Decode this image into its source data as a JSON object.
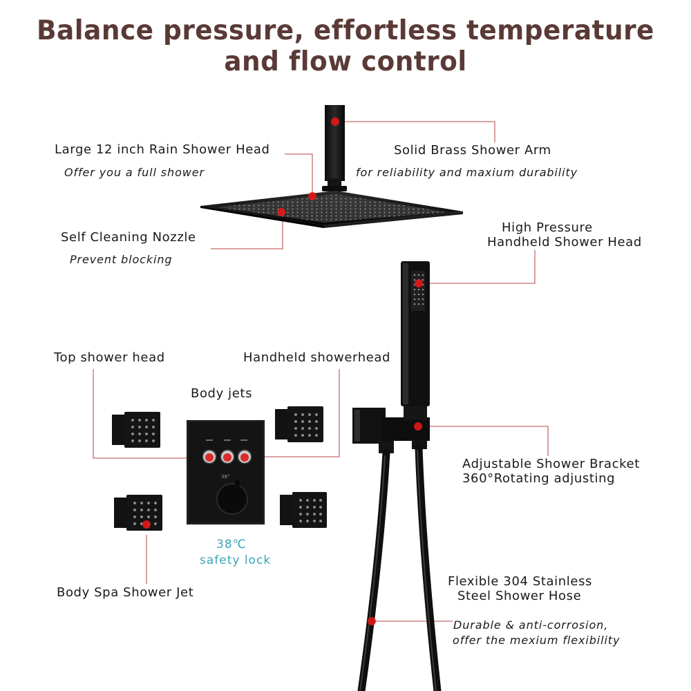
{
  "headline": "Balance pressure, effortless temperature and flow control",
  "labels": {
    "rain_head_title": "Large 12 inch Rain Shower Head",
    "rain_head_sub": "Offer you a full shower",
    "arm_title": "Solid Brass Shower Arm",
    "arm_sub": "for reliability and maxium durability",
    "nozzle_title": "Self Cleaning Nozzle",
    "nozzle_sub": "Prevent blocking",
    "handheld_title_1": "High Pressure",
    "handheld_title_2": "Handheld Shower Head",
    "top_head": "Top shower head",
    "handheld_shower": "Handheld showerhead",
    "body_jets": "Body jets",
    "bracket_title_1": "Adjustable Shower Bracket",
    "bracket_title_2": "360°Rotating adjusting",
    "temp": "38℃",
    "safety": "safety lock",
    "body_spa": "Body Spa Shower Jet",
    "hose_title_1": "Flexible 304 Stainless",
    "hose_title_2": "Steel Shower Hose",
    "hose_sub_1": "Durable & anti-corrosion,",
    "hose_sub_2": "offer the mexium flexibility"
  },
  "panel_text": {
    "knob_temp": "38°"
  },
  "colors": {
    "headline": "#5a3a36",
    "fixture": "#111111",
    "marker": "#e01818",
    "leader": "#c76b6b",
    "accent": "#3aa5b8"
  },
  "icons": [
    "rain-shower-head",
    "shower-arm",
    "handheld-shower",
    "thermostatic-valve",
    "body-jet",
    "wall-bracket",
    "shower-hose"
  ]
}
